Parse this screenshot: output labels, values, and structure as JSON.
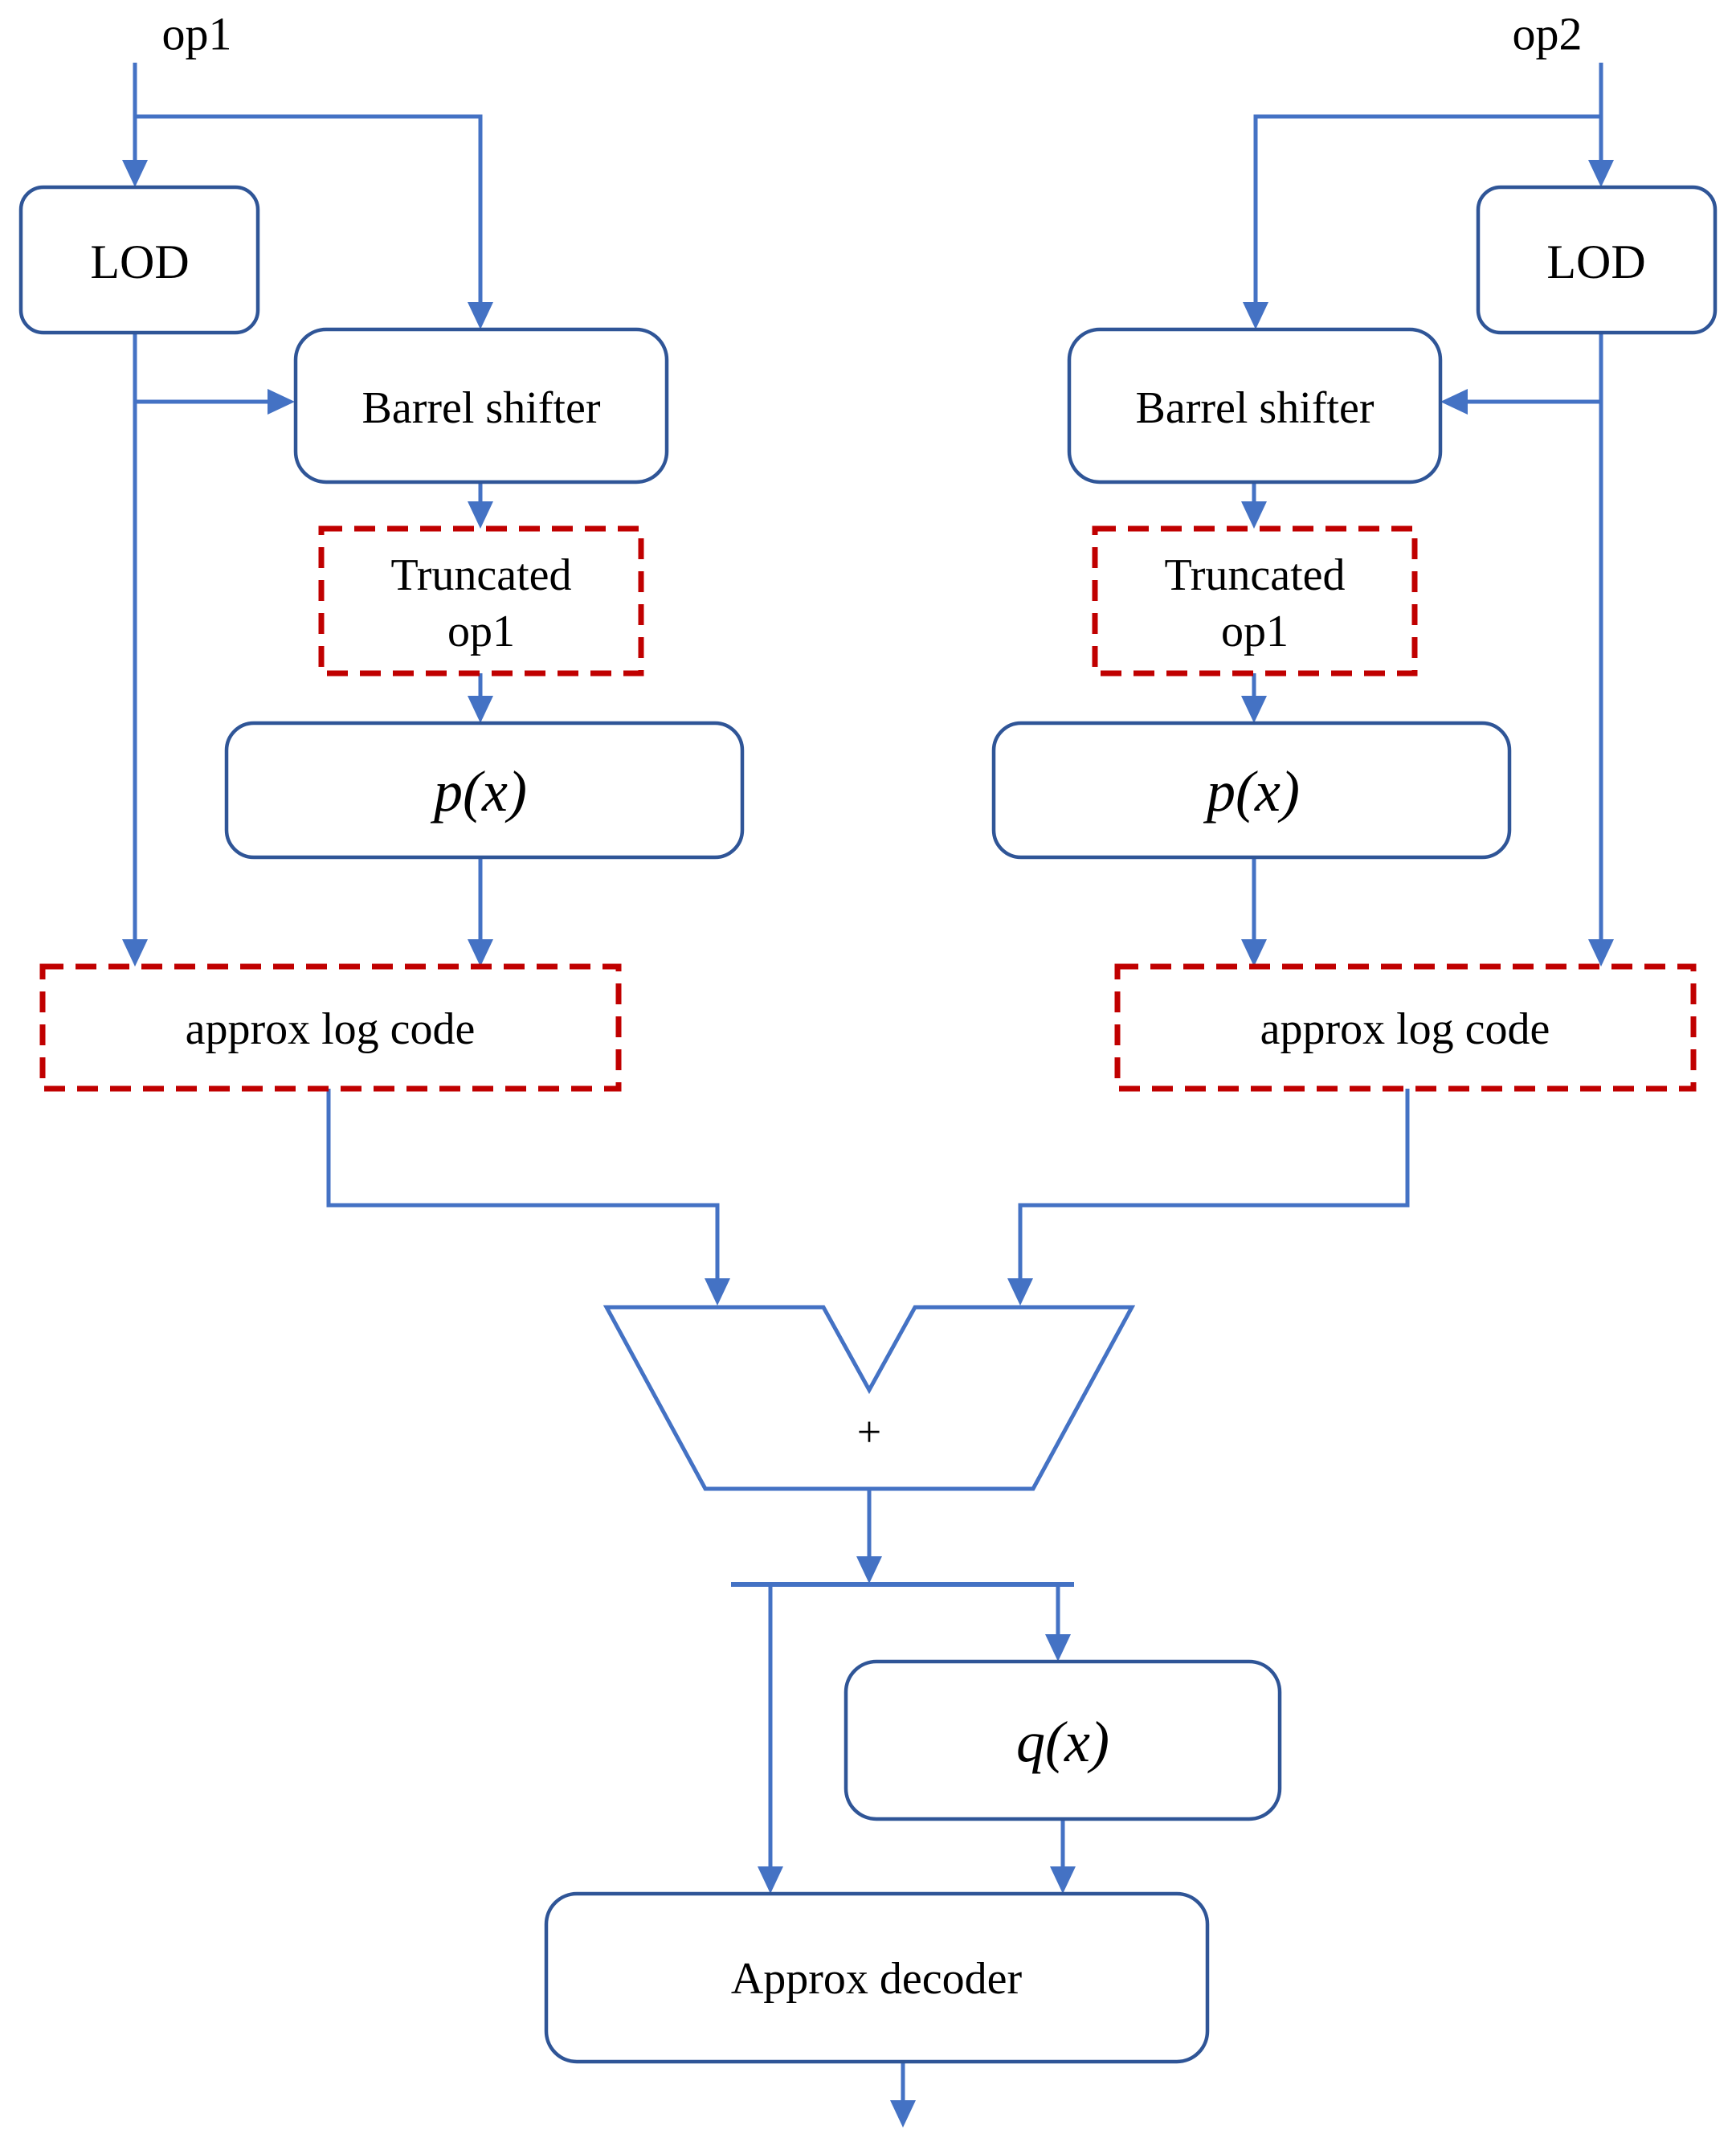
{
  "colors": {
    "line": "#4472C4",
    "border": "#2F5597",
    "dashed": "#C00000",
    "text": "#000000",
    "bg": "#FFFFFF"
  },
  "labels": {
    "op1": "op1",
    "op2": "op2",
    "lod_left": "LOD",
    "lod_right": "LOD",
    "barrel_left": "Barrel shifter",
    "barrel_right": "Barrel shifter",
    "truncated_left_line1": "Truncated",
    "truncated_left_line2": "op1",
    "truncated_right_line1": "Truncated",
    "truncated_right_line2": "op1",
    "p_left": "p(x)",
    "p_right": "p(x)",
    "approx_left": "approx log code",
    "approx_right": "approx log code",
    "adder": "+",
    "q": "q(x)",
    "decoder": "Approx decoder"
  }
}
